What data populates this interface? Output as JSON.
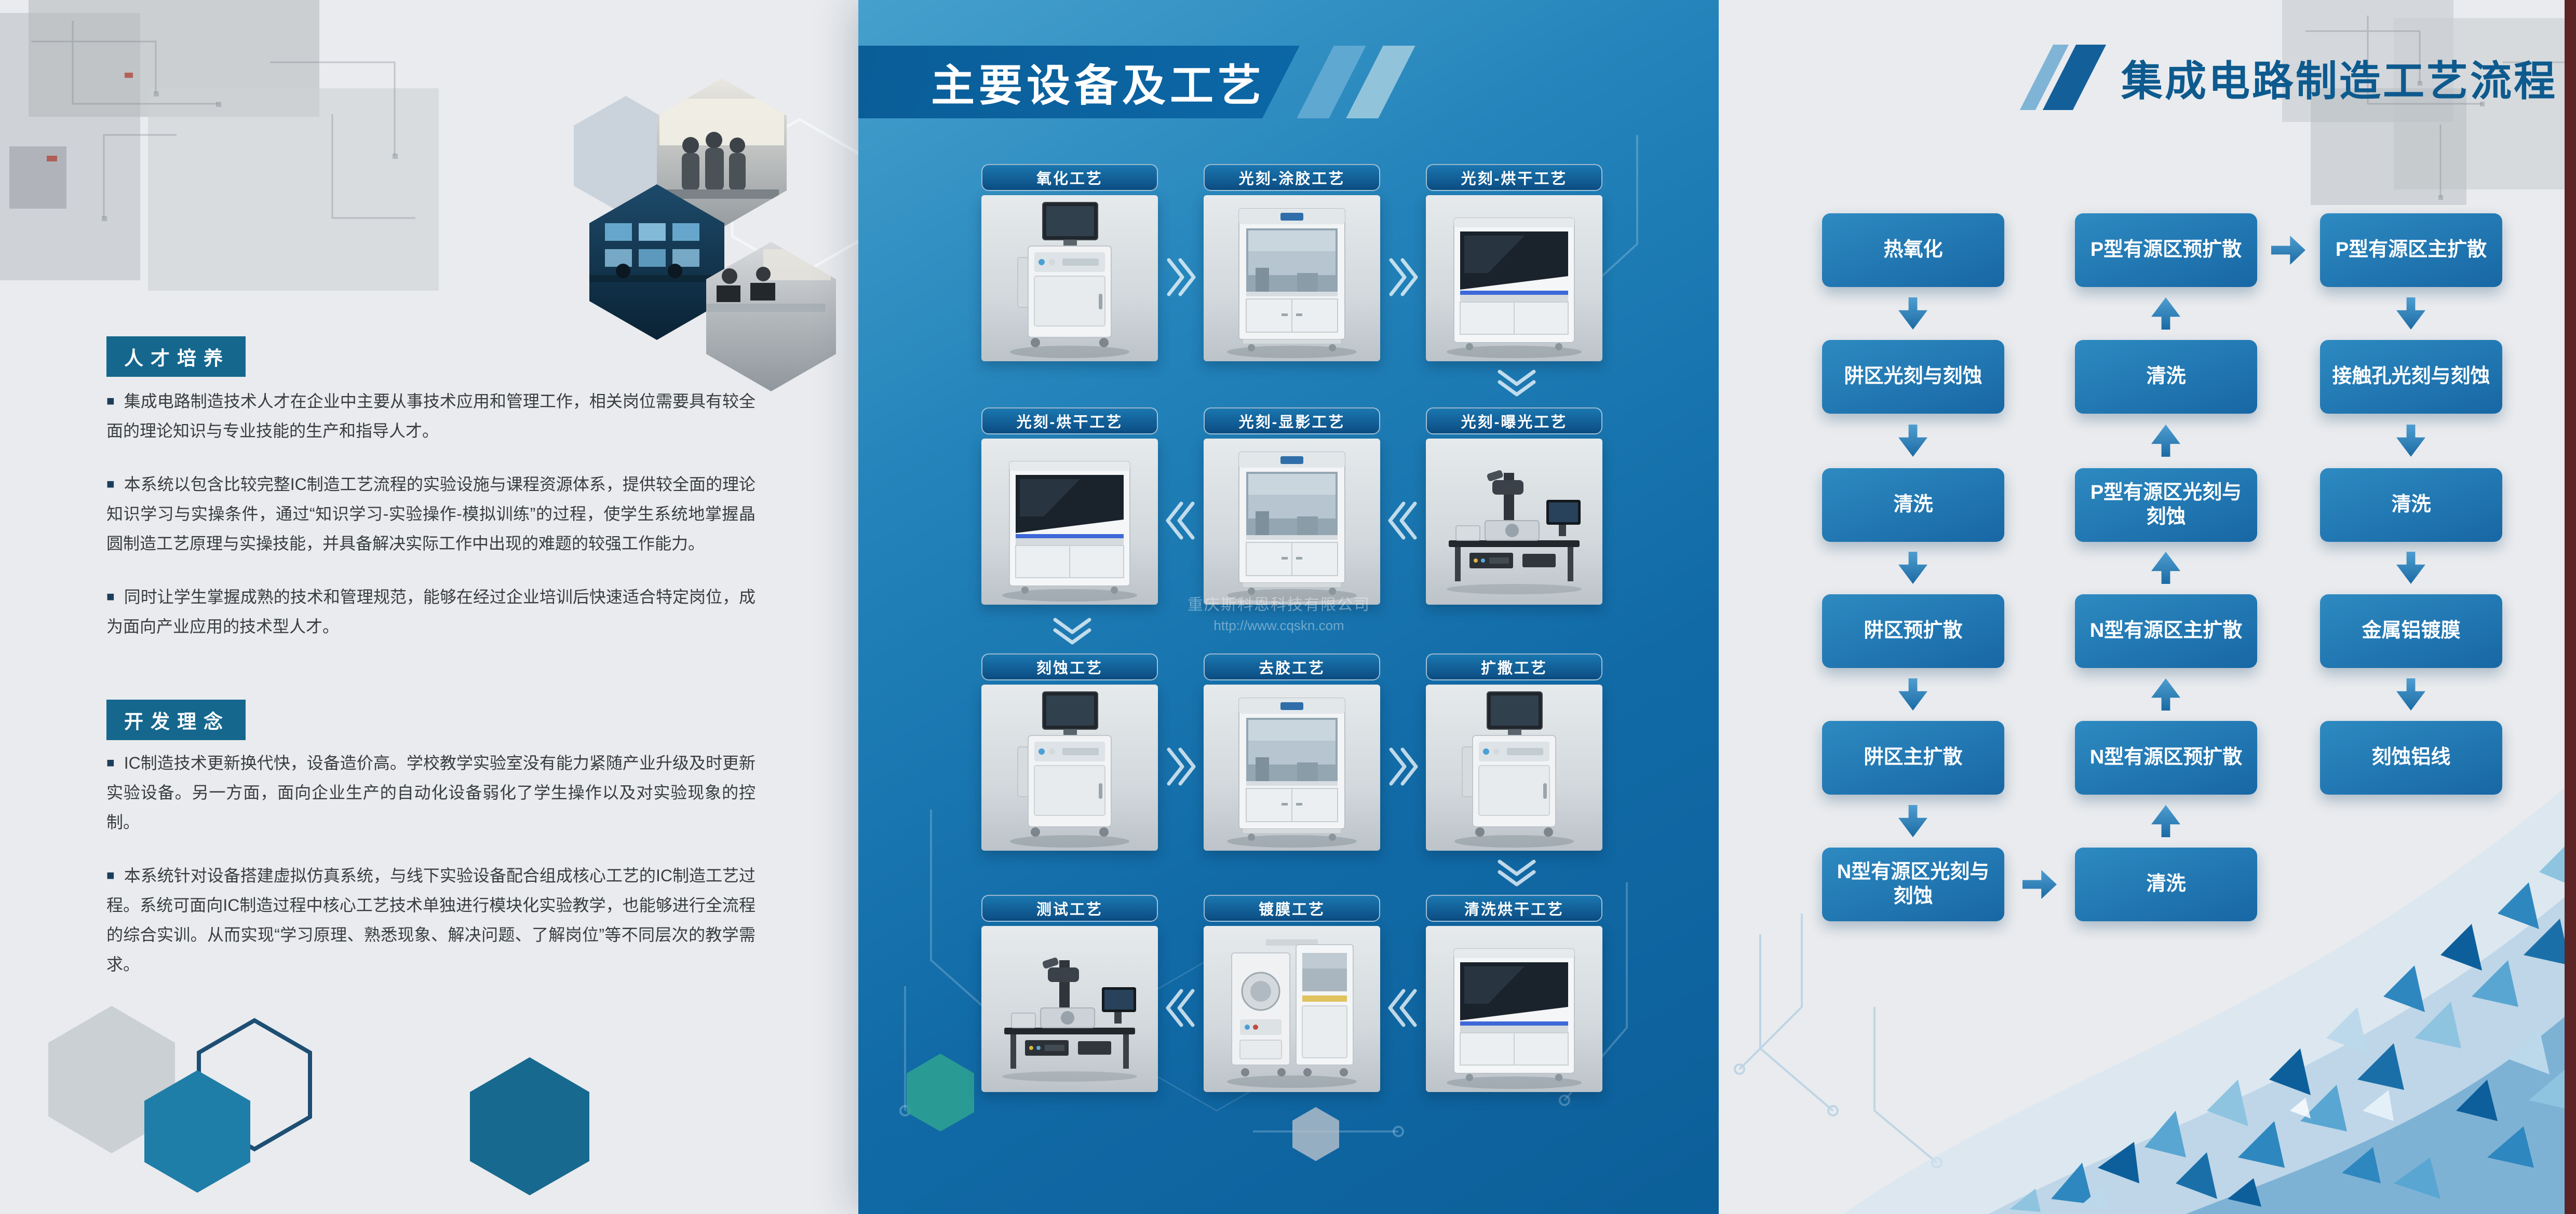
{
  "left": {
    "bullet": "■",
    "talent": {
      "badge": "人才培养",
      "p1": "集成电路制造技术人才在企业中主要从事技术应用和管理工作，相关岗位需要具有较全面的理论知识与专业技能的生产和指导人才。",
      "p2": "本系统以包含比较完整IC制造工艺流程的实验设施与课程资源体系，提供较全面的理论知识学习与实操条件，通过“知识学习-实验操作-模拟训练”的过程，使学生系统地掌握晶圆制造工艺原理与实操技能，并具备解决实际工作中出现的难题的较强工作能力。",
      "p3": "同时让学生掌握成熟的技术和管理规范，能够在经过企业培训后快速适合特定岗位，成为面向产业应用的技术型人才。"
    },
    "dev": {
      "badge": "开发理念",
      "p1": "IC制造技术更新换代快，设备造价高。学校教学实验室没有能力紧随产业升级及时更新实验设备。另一方面，面向企业生产的自动化设备弱化了学生操作以及对实验现象的控制。",
      "p2": "本系统针对设备搭建虚拟仿真系统，与线下实验设备配合组成核心工艺的IC制造工艺过程。系统可面向IC制造过程中核心工艺技术单独进行模块化实验教学，也能够进行全流程的综合实训。从而实现“学习原理、熟悉现象、解决问题、了解岗位”等不同层次的教学需求。"
    }
  },
  "middle": {
    "title": "主要设备及工艺",
    "cards": [
      {
        "label": "氧化工艺",
        "type": "machine-with-monitor"
      },
      {
        "label": "光刻-涂胶工艺",
        "type": "fume-hood"
      },
      {
        "label": "光刻-烘干工艺",
        "type": "laminar-bench"
      },
      {
        "label": "光刻-烘干工艺",
        "type": "laminar-bench"
      },
      {
        "label": "光刻-显影工艺",
        "type": "fume-hood"
      },
      {
        "label": "光刻-曝光工艺",
        "type": "probe-station"
      },
      {
        "label": "刻蚀工艺",
        "type": "machine-with-monitor"
      },
      {
        "label": "去胶工艺",
        "type": "fume-hood"
      },
      {
        "label": "扩撒工艺",
        "type": "machine-with-monitor"
      },
      {
        "label": "测试工艺",
        "type": "probe-station"
      },
      {
        "label": "镀膜工艺",
        "type": "coater"
      },
      {
        "label": "清洗烘干工艺",
        "type": "laminar-bench"
      }
    ],
    "watermark": {
      "company": "重庆斯科恩科技有限公司",
      "url": "http://www.cqskn.com"
    }
  },
  "right": {
    "title": "集成电路制造工艺流程",
    "col1": [
      "热氧化",
      "阱区光刻与刻蚀",
      "清洗",
      "阱区预扩散",
      "阱区主扩散",
      "N型有源区光刻与刻蚀"
    ],
    "col2": [
      "P型有源区预扩散",
      "清洗",
      "P型有源区光刻与刻蚀",
      "N型有源区主扩散",
      "N型有源区预扩散",
      "清洗"
    ],
    "col3": [
      "P型有源区主扩散",
      "接触孔光刻与刻蚀",
      "清洗",
      "金属铝镀膜",
      "刻蚀铝线"
    ]
  },
  "colors": {
    "middle_panel_top": "#46a0cd",
    "middle_panel_bottom": "#0c5f99",
    "banner_blue": "#0a5e98",
    "flow_box_top": "#2e8ac1",
    "flow_box_bottom": "#1767a4",
    "right_title_blue": "#0d5a8e",
    "badge_teal": "#15678d",
    "panel_gray": "#e9ebee",
    "edge_strip_maroon": "#5d2426"
  }
}
